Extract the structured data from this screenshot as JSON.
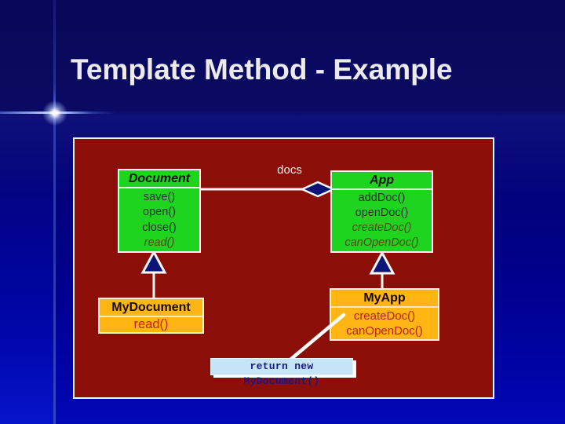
{
  "slide": {
    "title": "Template Method - Example"
  },
  "diagram": {
    "association": {
      "label": "docs"
    },
    "classes": {
      "document": {
        "name": "Document",
        "methods": [
          "save()",
          "open()",
          "close()",
          "read()"
        ]
      },
      "app": {
        "name": "App",
        "methods": [
          "addDoc()",
          "openDoc()",
          "createDoc()",
          "canOpenDoc()"
        ]
      },
      "my_document": {
        "name": "MyDocument",
        "methods": [
          "read()"
        ]
      },
      "my_app": {
        "name": "MyApp",
        "methods": [
          "createDoc()",
          "canOpenDoc()"
        ]
      }
    },
    "code_note": "return new MyDocument()"
  },
  "colors": {
    "background_top": "#09095E",
    "background_bottom": "#0108B6",
    "panel_fill": "#8B0F08",
    "panel_border": "#F5F2EC",
    "abstract_class_fill": "#1FD41F",
    "concrete_class_fill": "#FFB513",
    "note_fill": "#C5E5F7",
    "note_text": "#17178C",
    "override_method_text": "#CC2200",
    "connector": "#F8F8F5",
    "uml_marker_fill": "#0D1478",
    "title_text": "#EBEBEE"
  }
}
